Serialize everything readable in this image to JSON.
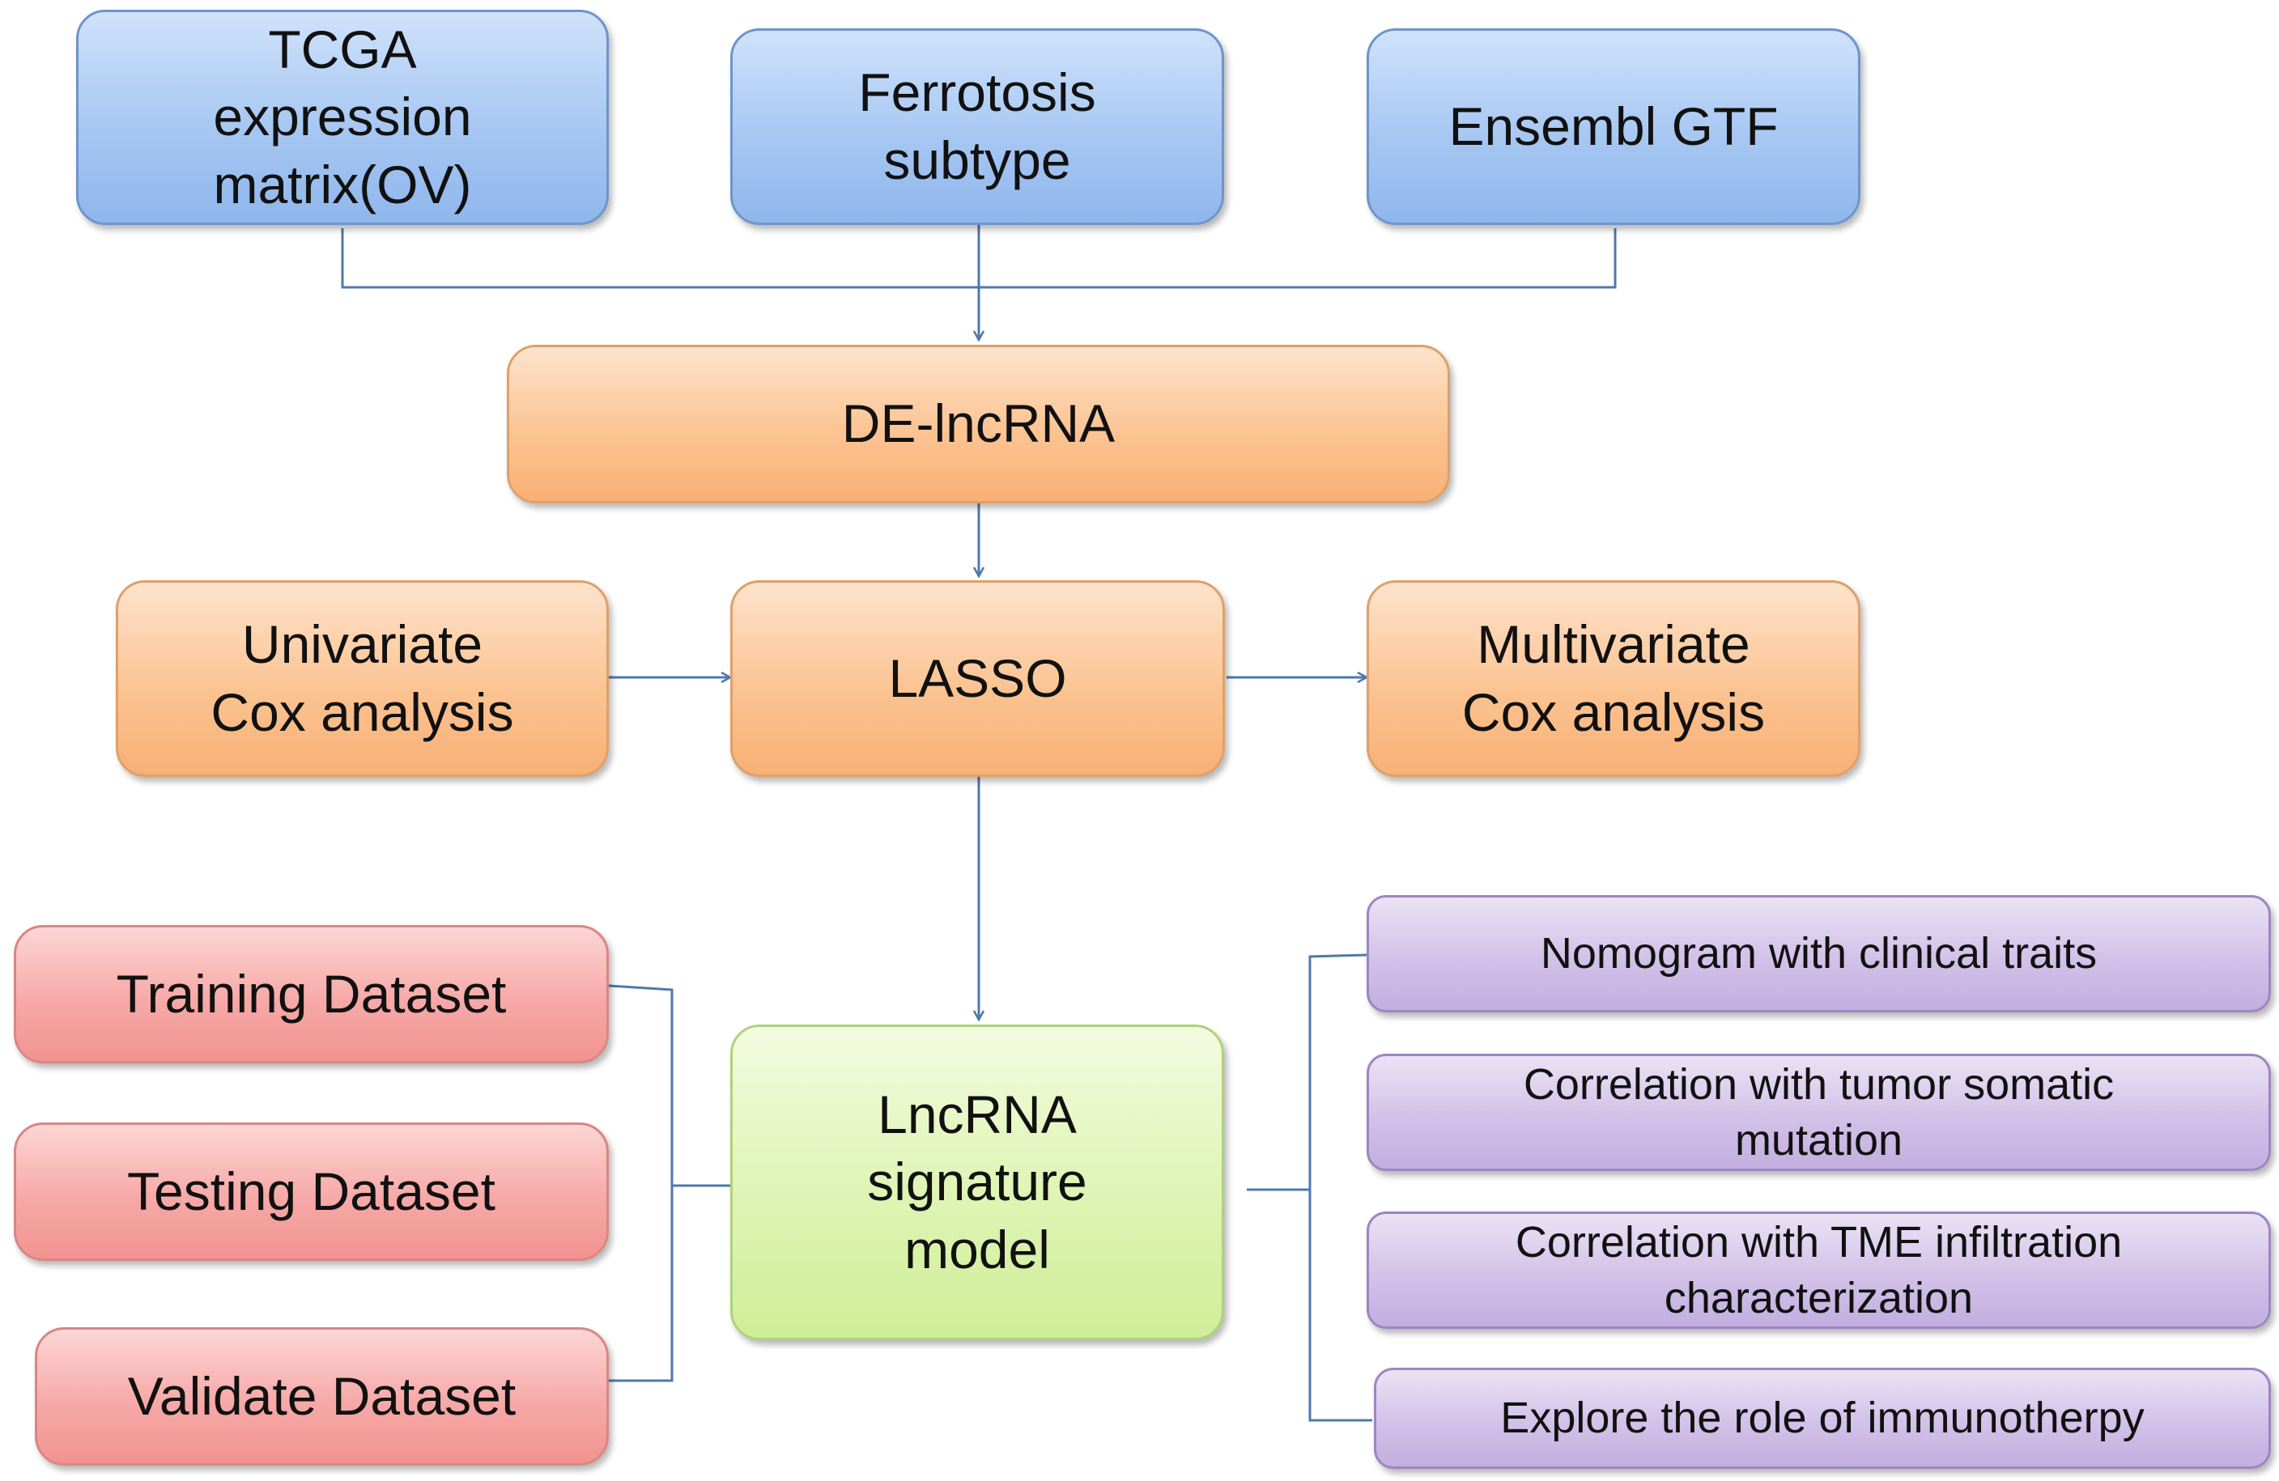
{
  "colors": {
    "connector": "#4f79ac",
    "input_box": "#a7c7f2",
    "process_box": "#fbc493",
    "dataset_box": "#f6a9a7",
    "model_box": "#def4b4",
    "application_box": "#d2c1e8"
  },
  "inputs": {
    "tcga": [
      "TCGA",
      "expression",
      "matrix(OV)"
    ],
    "ferroptosis": [
      "Ferrotosis",
      "subtype"
    ],
    "ensembl": [
      "Ensembl GTF"
    ]
  },
  "process": {
    "de_lncrna": "DE-lncRNA",
    "univariate": [
      "Univariate",
      "Cox analysis"
    ],
    "lasso": "LASSO",
    "multivariate": [
      "Multivariate",
      "Cox analysis"
    ]
  },
  "model": [
    "LncRNA",
    "signature",
    "model"
  ],
  "datasets": {
    "training": "Training Dataset",
    "testing": "Testing Dataset",
    "validate": "Validate Dataset"
  },
  "applications": {
    "nomogram": [
      "Nomogram with clinical traits"
    ],
    "somatic": [
      "Correlation with tumor somatic",
      "mutation"
    ],
    "tme": [
      "Correlation with TME infiltration",
      "characterization"
    ],
    "immuno": [
      "Explore the role of immunotherpy"
    ]
  }
}
